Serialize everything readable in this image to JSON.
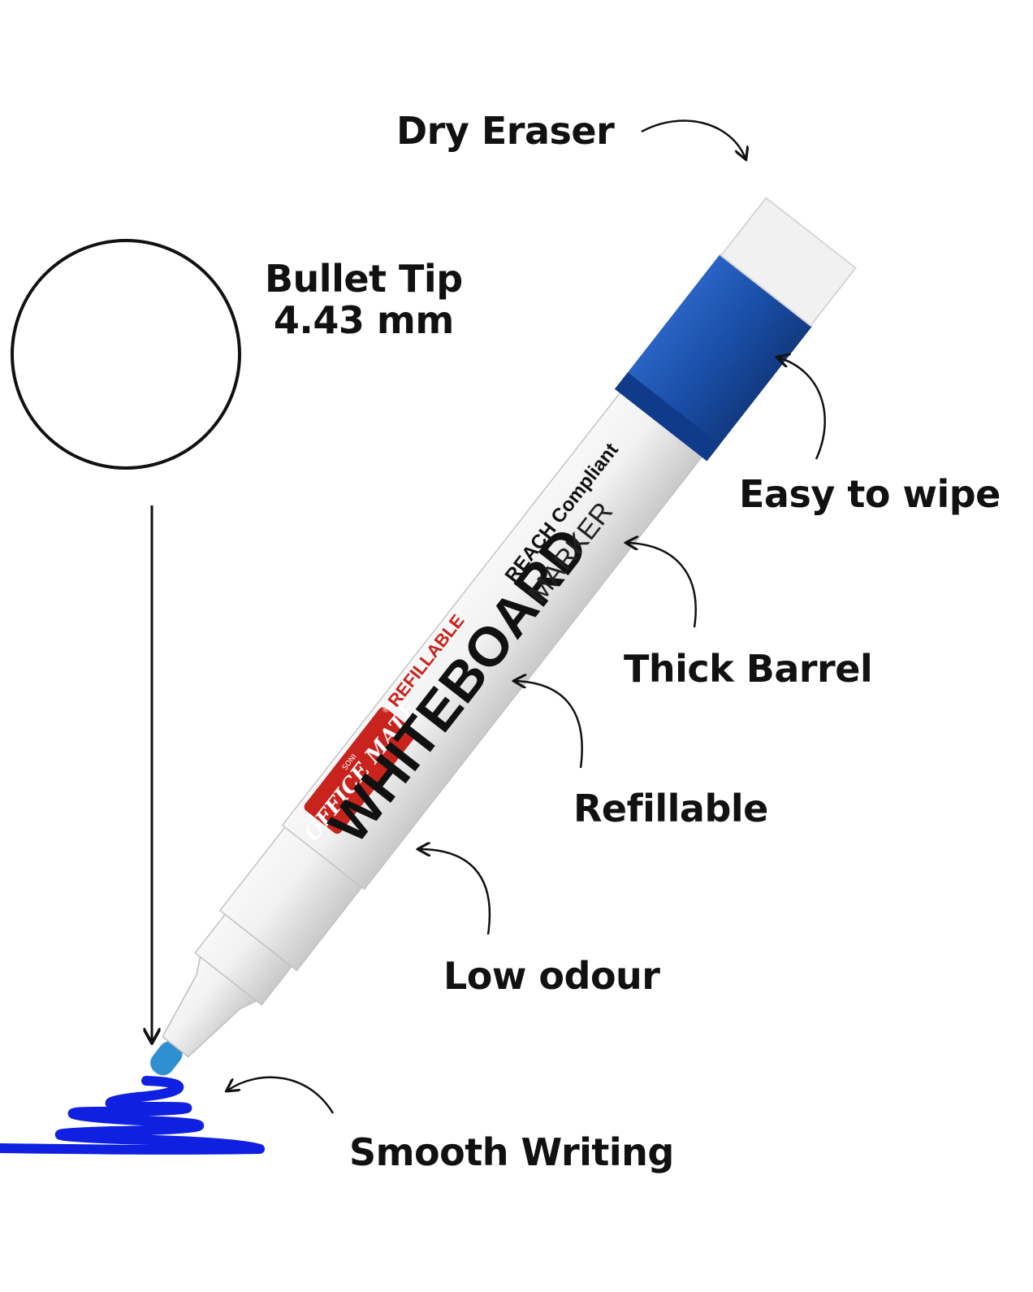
{
  "features": {
    "dry_eraser": "Dry Eraser",
    "bullet_tip_line1": "Bullet Tip",
    "bullet_tip_line2": "4.43 mm",
    "easy_to_wipe": "Easy to wipe",
    "thick_barrel": "Thick Barrel",
    "refillable": "Refillable",
    "low_odour": "Low odour",
    "smooth_writing": "Smooth Writing"
  },
  "marker": {
    "brand_top": "SONI",
    "brand": "OFFICE MATE",
    "registered": "®",
    "refillable_label": "REFILLABLE",
    "compliance": "REACH Compliant",
    "product_main": "WHITEBOARD",
    "product_sub": "MARKER"
  },
  "colors": {
    "cap_blue": "#1a4fa8",
    "ink_blue": "#1020e0",
    "tip_blue": "#2f8fd0",
    "brand_red": "#c8231d",
    "text_dark": "#111111"
  }
}
